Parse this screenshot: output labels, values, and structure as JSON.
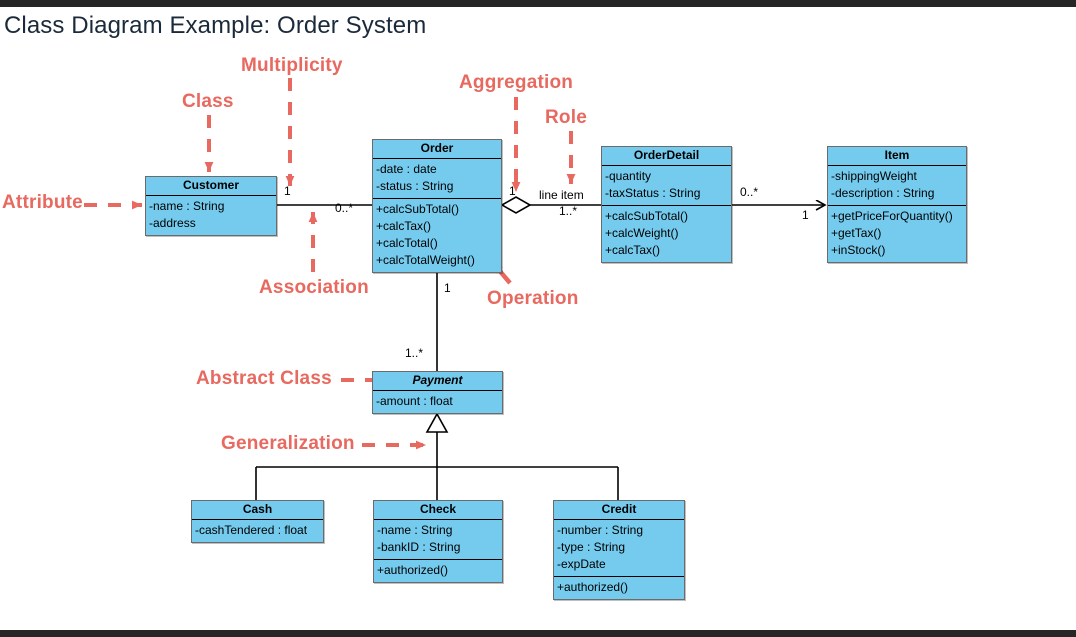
{
  "page": {
    "title": "Class Diagram Example: Order System",
    "accent_color": "#E8695F",
    "class_fill_color": "#74CBEE",
    "frame_color": "#262626"
  },
  "classes": [
    {
      "id": "customer",
      "name": "Customer",
      "abstract": false,
      "attributes": [
        "-name : String",
        "-address"
      ],
      "operations": []
    },
    {
      "id": "order",
      "name": "Order",
      "abstract": false,
      "attributes": [
        "-date : date",
        "-status : String"
      ],
      "operations": [
        "+calcSubTotal()",
        "+calcTax()",
        "+calcTotal()",
        "+calcTotalWeight()"
      ]
    },
    {
      "id": "orderdetail",
      "name": "OrderDetail",
      "abstract": false,
      "attributes": [
        "-quantity",
        "-taxStatus : String"
      ],
      "operations": [
        "+calcSubTotal()",
        "+calcWeight()",
        "+calcTax()"
      ]
    },
    {
      "id": "item",
      "name": "Item",
      "abstract": false,
      "attributes": [
        "-shippingWeight",
        "-description : String"
      ],
      "operations": [
        "+getPriceForQuantity()",
        "+getTax()",
        "+inStock()"
      ]
    },
    {
      "id": "payment",
      "name": "Payment",
      "abstract": true,
      "attributes": [
        "-amount : float"
      ],
      "operations": []
    },
    {
      "id": "cash",
      "name": "Cash",
      "abstract": false,
      "attributes": [
        "-cashTendered : float"
      ],
      "operations": []
    },
    {
      "id": "check",
      "name": "Check",
      "abstract": false,
      "attributes": [
        "-name : String",
        "-bankID : String"
      ],
      "operations": [
        "+authorized()"
      ]
    },
    {
      "id": "credit",
      "name": "Credit",
      "abstract": false,
      "attributes": [
        "-number : String",
        "-type : String",
        "-expDate"
      ],
      "operations": [
        "+authorized()"
      ]
    }
  ],
  "edge_labels": {
    "customer_order_source": "1",
    "customer_order_target": "0..*",
    "order_detail_source": "1",
    "order_detail_role": "line item",
    "order_detail_target": "1..*",
    "detail_item_source": "0..*",
    "detail_item_target": "1",
    "order_payment_source": "1",
    "order_payment_target": "1..*"
  },
  "annotations": [
    {
      "id": "attribute",
      "label": "Attribute"
    },
    {
      "id": "class",
      "label": "Class"
    },
    {
      "id": "multiplicity",
      "label": "Multiplicity"
    },
    {
      "id": "aggregation",
      "label": "Aggregation"
    },
    {
      "id": "role",
      "label": "Role"
    },
    {
      "id": "association",
      "label": "Association"
    },
    {
      "id": "operation",
      "label": "Operation"
    },
    {
      "id": "abstract-class",
      "label": "Abstract Class"
    },
    {
      "id": "generalization",
      "label": "Generalization"
    }
  ]
}
